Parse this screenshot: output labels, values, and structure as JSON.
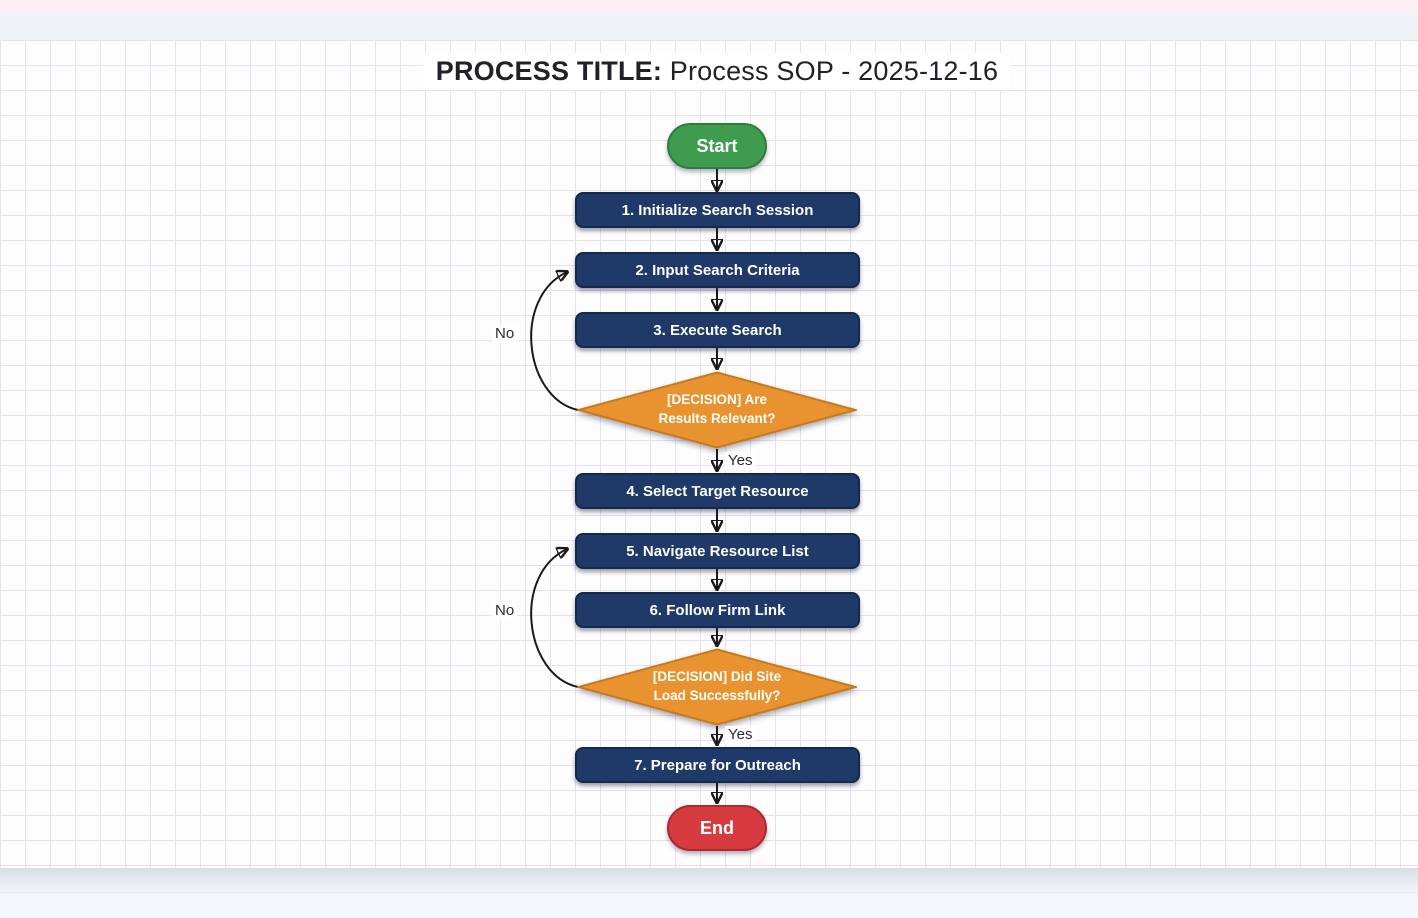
{
  "header": {
    "title_label": "PROCESS TITLE:",
    "title_value": "Process SOP - 2025-12-16"
  },
  "flowchart": {
    "nodes": [
      {
        "id": "start",
        "type": "terminator",
        "label": "Start"
      },
      {
        "id": "step-1",
        "type": "process",
        "label": "1. Initialize Search Session"
      },
      {
        "id": "step-2",
        "type": "process",
        "label": "2. Input Search Criteria"
      },
      {
        "id": "step-3",
        "type": "process",
        "label": "3. Execute Search"
      },
      {
        "id": "decision-1",
        "type": "decision",
        "label": "[DECISION] Are Results Relevant?",
        "line1": "[DECISION] Are",
        "line2": "Results Relevant?"
      },
      {
        "id": "step-4",
        "type": "process",
        "label": "4. Select Target Resource"
      },
      {
        "id": "step-5",
        "type": "process",
        "label": "5. Navigate Resource List"
      },
      {
        "id": "step-6",
        "type": "process",
        "label": "6. Follow Firm Link"
      },
      {
        "id": "decision-2",
        "type": "decision",
        "label": "[DECISION] Did Site Load Successfully?",
        "line1": "[DECISION] Did Site",
        "line2": "Load Successfully?"
      },
      {
        "id": "step-7",
        "type": "process",
        "label": "7. Prepare for Outreach"
      },
      {
        "id": "end",
        "type": "terminator",
        "label": "End"
      }
    ],
    "edges": [
      {
        "from": "decision-1",
        "to": "step-4",
        "label": "Yes"
      },
      {
        "from": "decision-1",
        "to": "step-2",
        "label": "No"
      },
      {
        "from": "decision-2",
        "to": "step-7",
        "label": "Yes"
      },
      {
        "from": "decision-2",
        "to": "step-5",
        "label": "No"
      }
    ]
  },
  "theme": {
    "process-fill": "#1f3a68",
    "process-border": "#15294d",
    "decision-fill": "#e8932f",
    "decision-border": "#c87a1a",
    "start-fill": "#3f9b4e",
    "start-border": "#2d7c3b",
    "end-fill": "#d63b3f",
    "end-border": "#ad272e",
    "connector": "#1a1a1a",
    "canvas-paper": "#fefdfe",
    "canvas-grid": "#e9dfed"
  }
}
